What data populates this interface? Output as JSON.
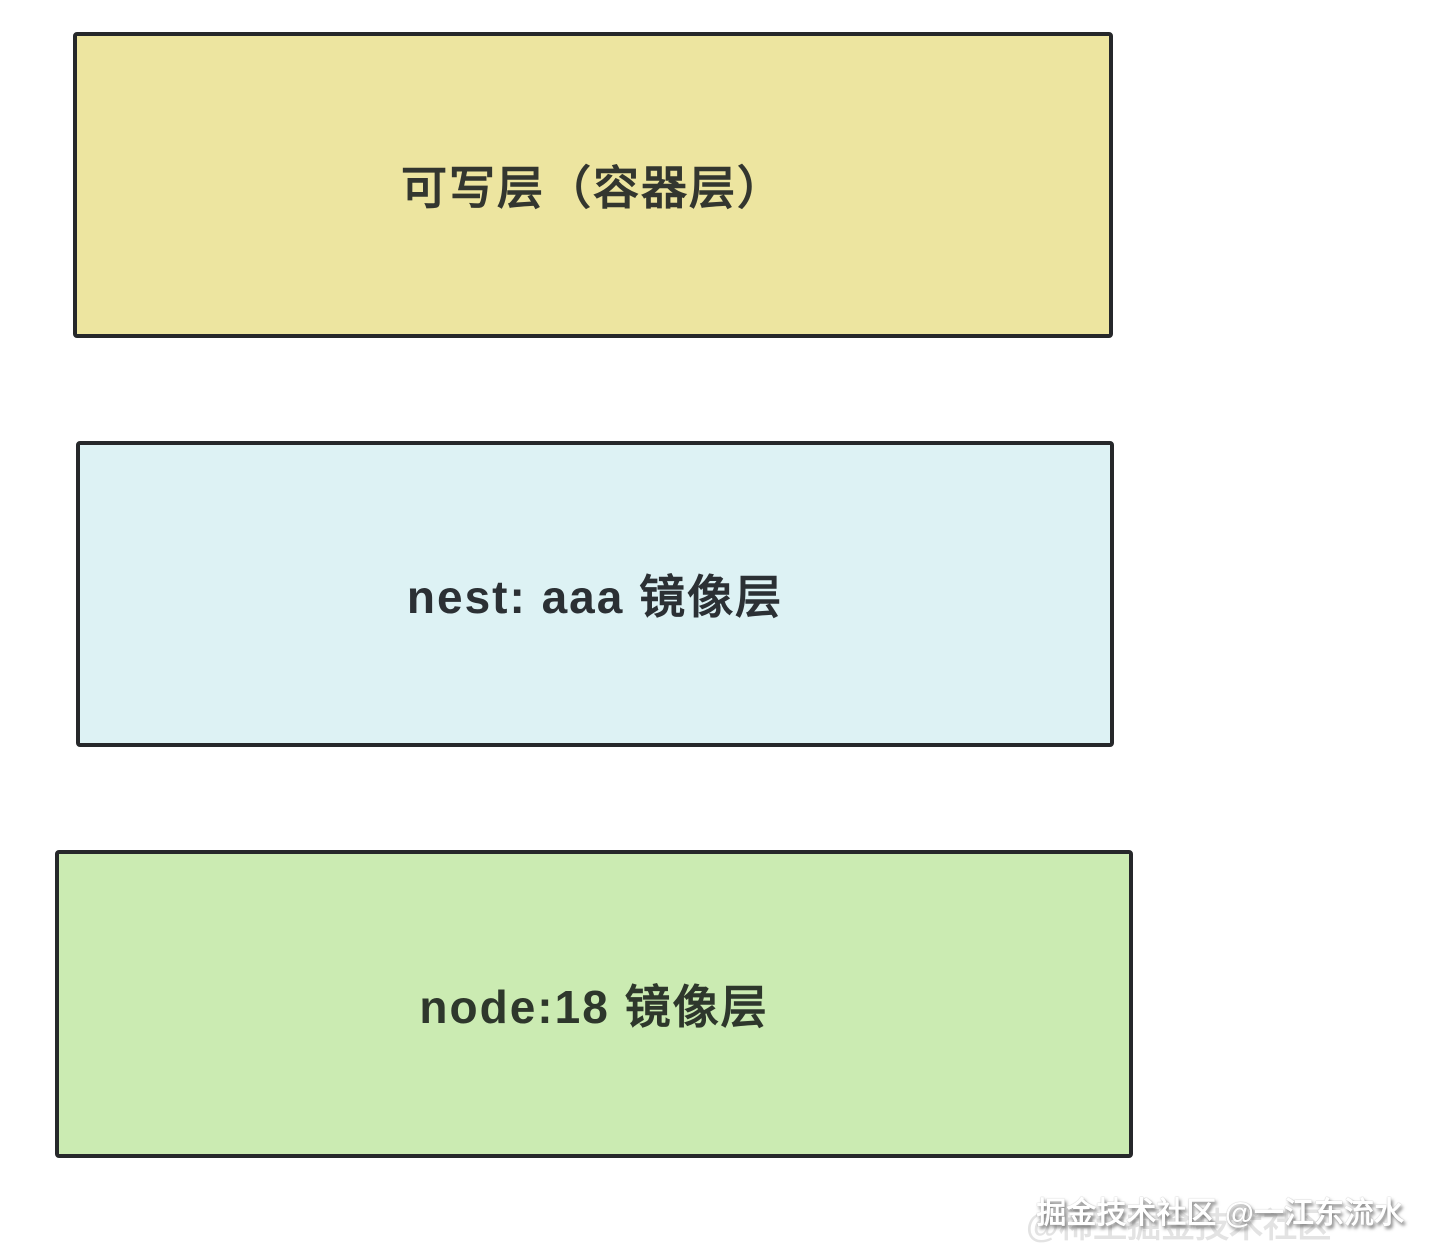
{
  "diagram": {
    "title_semantics": "docker-image-layers",
    "border_color": "#26282a",
    "layers": [
      {
        "id": "writable",
        "label": "可写层（容器层）",
        "bg_color": "#ede5a0"
      },
      {
        "id": "nest-image",
        "label": "nest: aaa 镜像层",
        "bg_color": "#ddf2f4"
      },
      {
        "id": "node-image",
        "label": "node:18 镜像层",
        "bg_color": "#cbebb2"
      }
    ]
  },
  "watermark": {
    "main": "掘金技术社区 @一江东流水",
    "faint": "@稀土掘金技术社区"
  }
}
